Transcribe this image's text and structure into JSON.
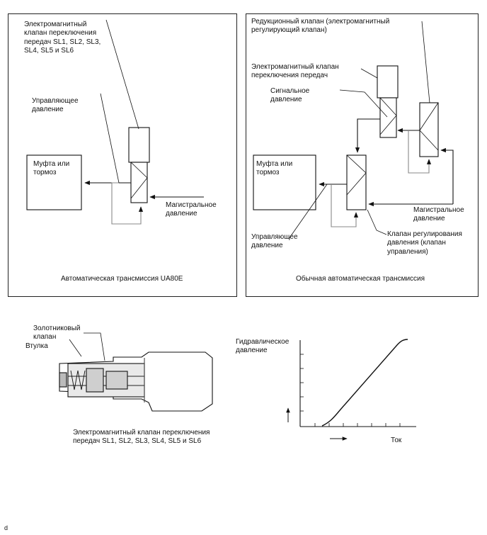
{
  "left_panel": {
    "solenoid_label": "Электромагнитный\nклапан переключения\nпередач SL1, SL2, SL3,\nSL4, SL5 и SL6",
    "control_pressure_label": "Управляющее\nдавление",
    "clutch_label": "Муфта или\nтормоз",
    "line_pressure_label": "Магистральное\nдавление",
    "caption": "Автоматическая трансмиссия UA80E"
  },
  "right_panel": {
    "reducing_valve_label": "Редукционный клапан (электромагнитный\nрегулирующий клапан)",
    "shift_solenoid_label": "Электромагнитный клапан\nпереключения передач",
    "signal_pressure_label": "Сигнальное\nдавление",
    "clutch_label": "Муфта или\nтормоз",
    "line_pressure_label": "Магистральное\nдавление",
    "control_pressure_label": "Управляющее\nдавление",
    "control_valve_label": "Клапан регулирования\nдавления (клапан\nуправления)",
    "caption": "Обычная автоматическая трансмиссия"
  },
  "cutaway": {
    "spool_label": "Золотниковый\nклапан",
    "sleeve_label": "Втулка",
    "caption": "Электромагнитный клапан переключения\nпередач SL1, SL2, SL3, SL4, SL5 и SL6"
  },
  "graph": {
    "ylabel": "Гидравлическое\nдавление",
    "xlabel": "Ток"
  },
  "corner_mark": "d"
}
